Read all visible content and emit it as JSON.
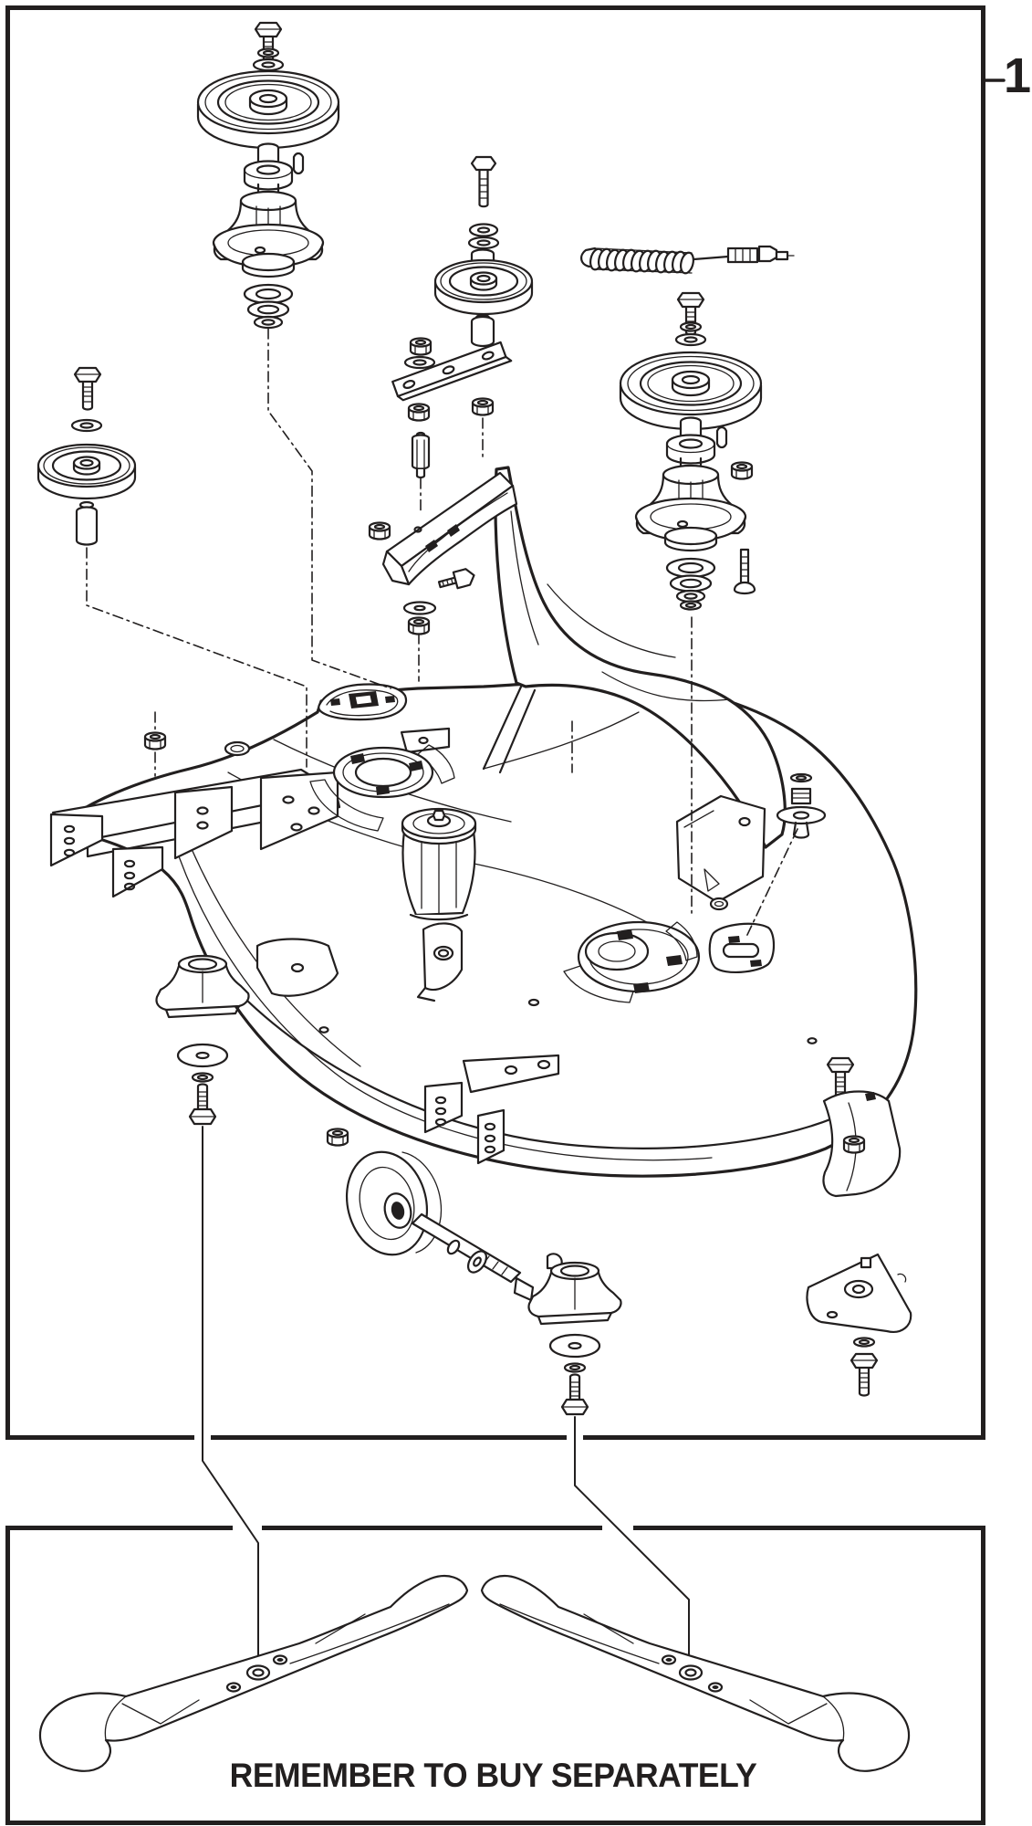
{
  "colors": {
    "ink": "#221f1f",
    "background": "#ffffff"
  },
  "callout": {
    "label": "1"
  },
  "footer_note": {
    "text": "REMEMBER TO BUY SEPARATELY"
  },
  "panels": [
    {
      "name": "cutting-deck-exploded-view"
    },
    {
      "name": "blades-buy-separately"
    }
  ],
  "parts": [
    "hex-bolt",
    "lock-washer",
    "flat-washer",
    "spindle-pulley",
    "spindle-assembly",
    "bearing-stack",
    "idler-pulley",
    "spacer",
    "idler-arm",
    "belt-guard-bracket",
    "tension-spring",
    "cable-adjuster",
    "flange-nut",
    "stud",
    "deck-shell",
    "discharge-chute",
    "hanger-bracket",
    "blade-boss-ring",
    "center-idler-cover",
    "caster-wheel",
    "wheel-axle-bolt",
    "blade-support-hub",
    "cup-washer",
    "blade-bolt",
    "grass-deflector",
    "mulch-plate",
    "mower-blade-left",
    "mower-blade-right"
  ]
}
